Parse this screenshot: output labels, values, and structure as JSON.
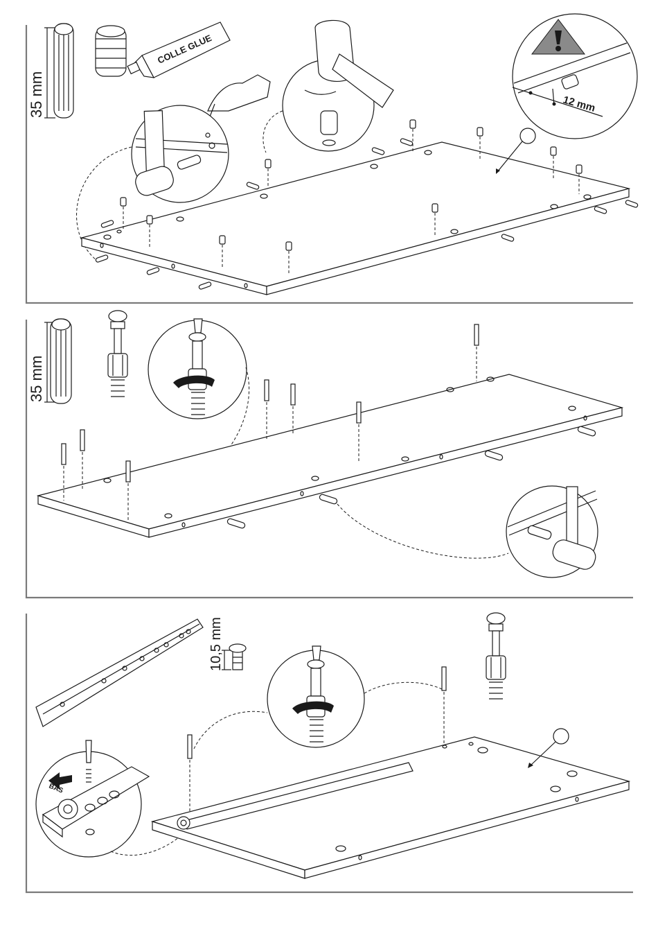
{
  "panels": [
    {
      "dimension_label": "35 mm",
      "glue_label": "COLLE GLUE",
      "depth_label": "12 mm"
    },
    {
      "dimension_label": "35 mm"
    },
    {
      "dimension_label": "10,5 mm",
      "direction_label": "BAS"
    }
  ],
  "icons": [
    "wooden-dowel-icon",
    "cam-dowel-insert-icon",
    "glue-tube-icon",
    "mallet-icon",
    "warning-triangle-icon",
    "screwdriver-icon",
    "cam-bolt-icon",
    "drawer-runner-icon",
    "screw-icon",
    "panel-marker-icon"
  ]
}
